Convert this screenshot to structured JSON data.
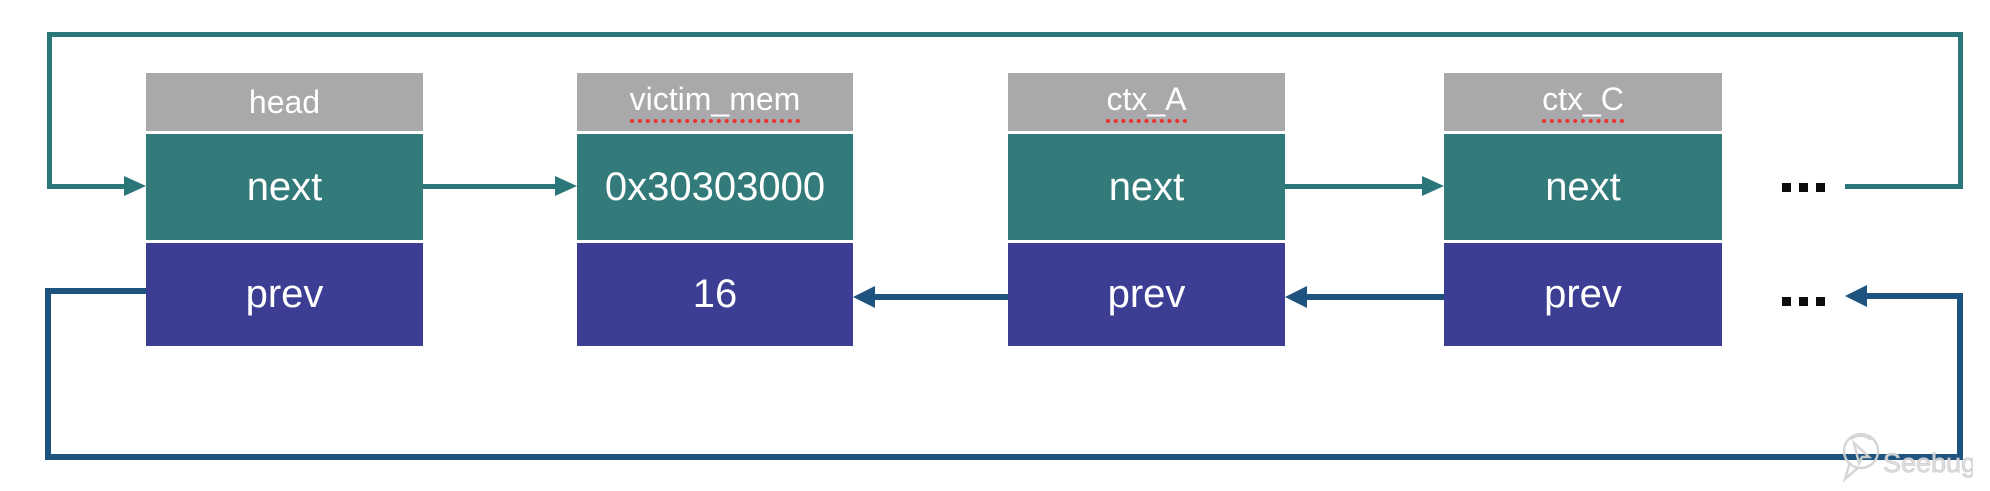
{
  "diagram": {
    "description": "doubly linked list diagram",
    "ellipsis": "...",
    "nodes": [
      {
        "label": "head",
        "next_cell": "next",
        "prev_cell": "prev"
      },
      {
        "label": "victim_mem",
        "next_cell": "0x30303000",
        "prev_cell": "16"
      },
      {
        "label": "ctx_A",
        "next_cell": "next",
        "prev_cell": "prev"
      },
      {
        "label": "ctx_C",
        "next_cell": "next",
        "prev_cell": "prev"
      }
    ],
    "watermark": "Seebug"
  },
  "colors": {
    "gray-fill": "#a9a8aa",
    "teal-fill": "#327b7a",
    "blue-fill": "#3b3e92",
    "teal-line": "#2b7678",
    "blue-line": "#1e5380",
    "underline": "#e8342a",
    "dot": "#0d0d0d",
    "watermark": "#d4d4d4",
    "cell-text": "#ffffff",
    "bg": "#ffffff"
  }
}
